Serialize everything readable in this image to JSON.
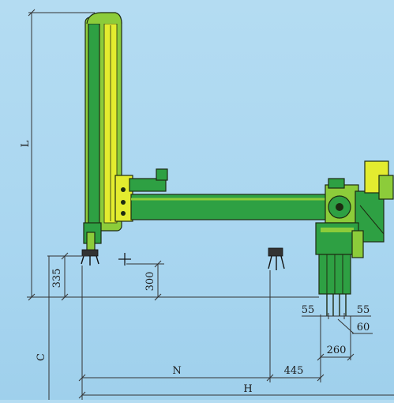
{
  "colors": {
    "background": "#aed8f1",
    "machine_green": "#2ea043",
    "machine_light_green": "#8ccc3a",
    "accent_yellow": "#e3ec2f",
    "outline": "#1d2b12"
  },
  "dimensions": {
    "L": "L",
    "C": "C",
    "N": "N",
    "H": "H",
    "d335": "335",
    "d300": "300",
    "d445": "445",
    "d260": "260",
    "d55_left": "55",
    "d55_right": "55",
    "d60": "60"
  }
}
